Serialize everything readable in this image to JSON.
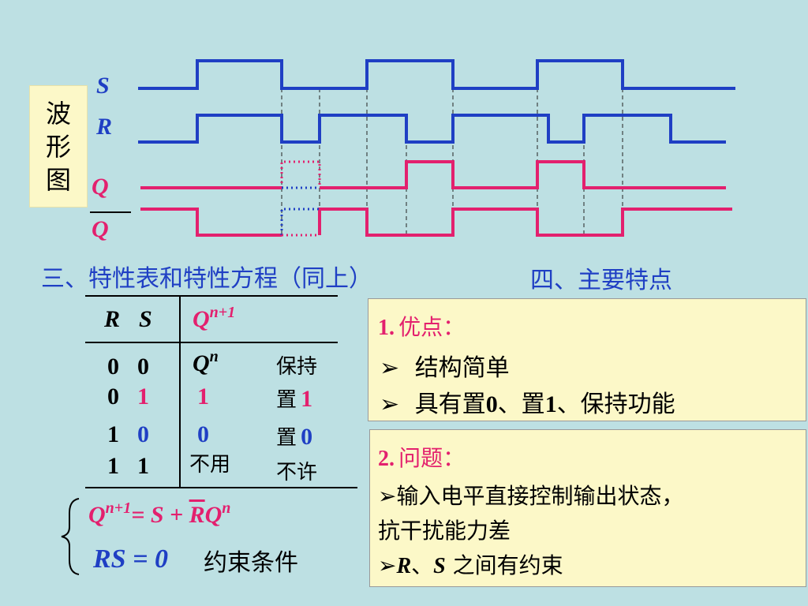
{
  "panel_label": [
    "波",
    "形",
    "图"
  ],
  "signals": {
    "s": "S",
    "r": "R",
    "q": "Q",
    "qbar": "Q"
  },
  "section3_title": "三、特性表和特性方程（同上）",
  "section4_title": "四、主要特点",
  "table": {
    "col_r": "R",
    "col_s": "S",
    "col_q": "Q",
    "col_q_sup": "n+1",
    "rows": [
      {
        "r": "0",
        "s": "0",
        "q": "Q",
        "q_sup": "n",
        "note": "保持"
      },
      {
        "r": "0",
        "s": "1",
        "q": "1",
        "note_prefix": "置",
        "note_value": "1"
      },
      {
        "r": "1",
        "s": "0",
        "q": "0",
        "note_prefix": "置",
        "note_value": "0"
      },
      {
        "r": "1",
        "s": "1",
        "q": "不用",
        "note": "不许"
      }
    ]
  },
  "equation": {
    "q": "Q",
    "q_sup": "n+1",
    "eq": "=",
    "s": "S",
    "plus": "+",
    "rbar": "R",
    "q2": "Q",
    "q2_sup": "n",
    "rs": "RS",
    "eq2": "=",
    "zero": "0",
    "constraint": "约束条件"
  },
  "adv_box": {
    "title_num": "1.",
    "title": "优点：",
    "items": [
      {
        "bullet": "➢",
        "text": "结构简单"
      },
      {
        "bullet": "➢",
        "text_a": "具有置",
        "v1": "0",
        "text_b": "、置",
        "v2": "1",
        "text_c": "、保持功能"
      }
    ]
  },
  "prob_box": {
    "title_num": "2.",
    "title": "问题：",
    "line1_bullet": "➢",
    "line1": "输入电平直接控制输出状态，",
    "line2": "抗干扰能力差",
    "line3_bullet": "➢",
    "line3_r": "R",
    "line3_sep": "、",
    "line3_s": "S",
    "line3_text": "之间有约束"
  },
  "colors": {
    "background": "#bde0e3",
    "blue": "#1f3fc4",
    "pink": "#e3206e",
    "box": "#fcf8c8"
  }
}
